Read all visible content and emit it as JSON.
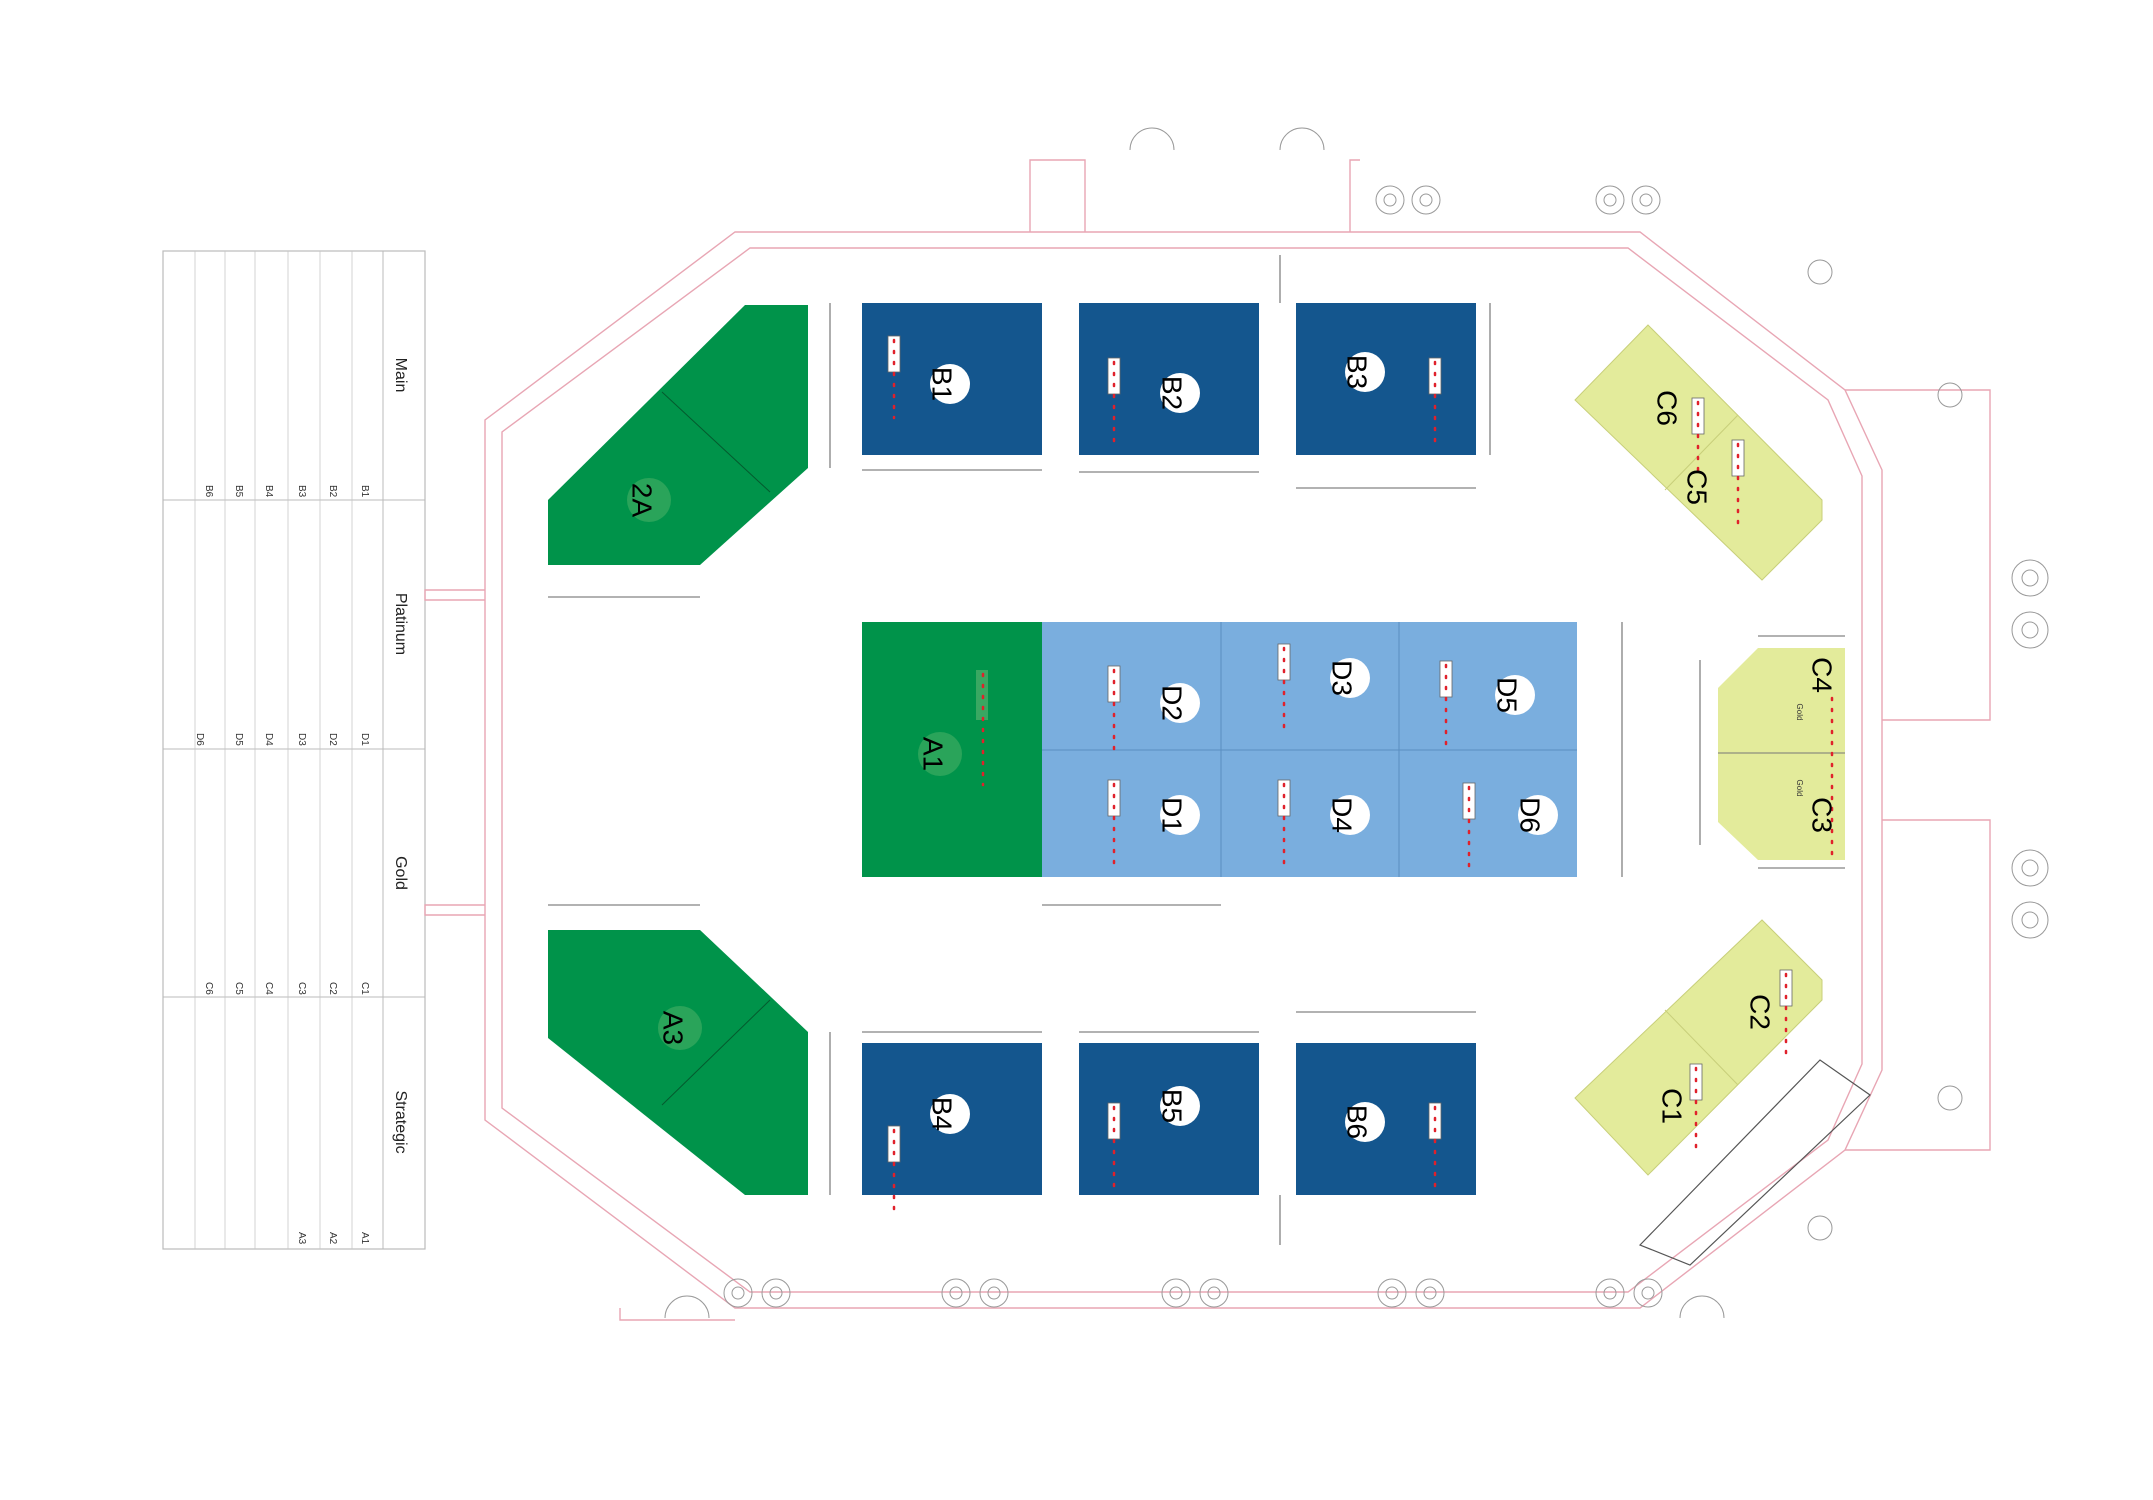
{
  "legend": {
    "sections": [
      {
        "title": "Main",
        "codes": [
          "B1",
          "B2",
          "B3",
          "B4",
          "B5",
          "B6"
        ]
      },
      {
        "title": "Platinum",
        "codes": [
          "D1",
          "D2",
          "D3",
          "D4",
          "D5",
          "D6"
        ]
      },
      {
        "title": "Gold",
        "codes": [
          "C1",
          "C2",
          "C3",
          "C4",
          "C5",
          "C6"
        ]
      },
      {
        "title": "Strategic",
        "codes": [
          "A1",
          "A2",
          "A3"
        ]
      }
    ]
  },
  "booths": {
    "B1": {
      "label": "B1",
      "tier": "main"
    },
    "B2": {
      "label": "B2",
      "tier": "main"
    },
    "B3": {
      "label": "B3",
      "tier": "main"
    },
    "B4": {
      "label": "B4",
      "tier": "main"
    },
    "B5": {
      "label": "B5",
      "tier": "main"
    },
    "B6": {
      "label": "B6",
      "tier": "main"
    },
    "D1": {
      "label": "D1",
      "tier": "platinum"
    },
    "D2": {
      "label": "D2",
      "tier": "platinum"
    },
    "D3": {
      "label": "D3",
      "tier": "platinum"
    },
    "D4": {
      "label": "D4",
      "tier": "platinum"
    },
    "D5": {
      "label": "D5",
      "tier": "platinum"
    },
    "D6": {
      "label": "D6",
      "tier": "platinum"
    },
    "C1": {
      "label": "C1",
      "tier": "gold"
    },
    "C2": {
      "label": "C2",
      "tier": "gold"
    },
    "C3": {
      "label": "C3",
      "tier": "gold"
    },
    "C4": {
      "label": "C4",
      "tier": "gold"
    },
    "C5": {
      "label": "C5",
      "tier": "gold"
    },
    "C6": {
      "label": "C6",
      "tier": "gold"
    },
    "A1": {
      "label": "A1",
      "tier": "strategic"
    },
    "2A": {
      "label": "2A",
      "tier": "strategic"
    },
    "A3": {
      "label": "A3",
      "tier": "strategic"
    }
  },
  "gold_inner_labels": [
    "Gold",
    "Gold"
  ],
  "colors": {
    "main": "#14568e",
    "platinum": "#7aaede",
    "gold": "#e3eb9b",
    "strategic": "#00934a",
    "walls": "#e8a6b4",
    "dimension": "#6fb36f"
  }
}
